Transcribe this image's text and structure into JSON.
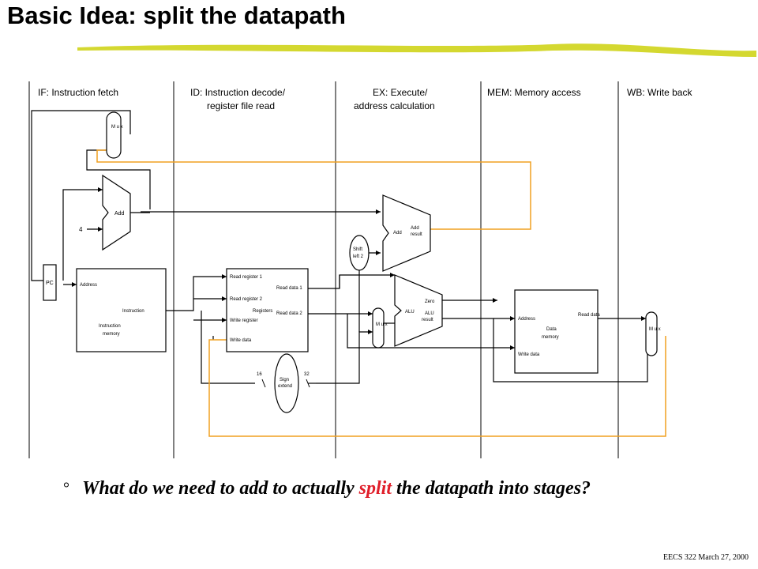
{
  "title": "Basic Idea: split the datapath",
  "bullet": {
    "symbol": "°",
    "before": "What do we need to add to actually ",
    "highlight": "split",
    "after": " the datapath into stages?"
  },
  "footer": "EECS 322 March 27, 2000",
  "colors": {
    "highlight": "#e01e2a",
    "accent_wire": "#f0a020",
    "title_underline": "#d4d830"
  },
  "diagram": {
    "stages": [
      {
        "line1": "IF: Instruction fetch",
        "line2": ""
      },
      {
        "line1": "ID: Instruction decode/",
        "line2": "register file read"
      },
      {
        "line1": "EX: Execute/",
        "line2": "address calculation"
      },
      {
        "line1": "MEM: Memory access",
        "line2": ""
      },
      {
        "line1": "WB: Write back",
        "line2": ""
      }
    ],
    "pc": "PC",
    "add_if": "Add",
    "constant_four": "4",
    "mux_letters": "M u x",
    "instr_mem": {
      "address": "Address",
      "instruction": "Instruction",
      "line1": "Instruction",
      "line2": "memory"
    },
    "registers": {
      "read_reg1": "Read register 1",
      "read_reg2": "Read register 2",
      "write_reg": "Write register",
      "write_data": "Write data",
      "read_data1": "Read data 1",
      "read_data2": "Read data 2",
      "name": "Registers"
    },
    "shift_left": {
      "line1": "Shift",
      "line2": "left 2"
    },
    "add_ex": {
      "add": "Add",
      "line1": "Add",
      "line2": "result"
    },
    "alu": {
      "name": "ALU",
      "zero": "Zero",
      "line1": "ALU",
      "line2": "result"
    },
    "sign_extend": {
      "line1": "Sign",
      "line2": "extend",
      "in_bits": "16",
      "out_bits": "32"
    },
    "data_mem": {
      "address": "Address",
      "read_data": "Read data",
      "write_data": "Write data",
      "line1": "Data",
      "line2": "memory"
    }
  }
}
